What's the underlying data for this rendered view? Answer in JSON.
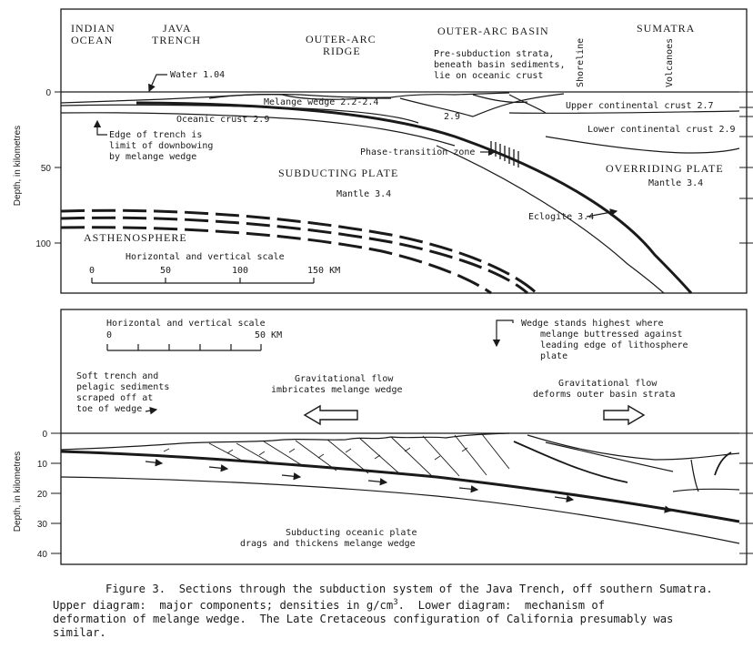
{
  "upper": {
    "regions": {
      "indian_ocean_1": "INDIAN",
      "indian_ocean_2": "OCEAN",
      "java_trench_1": "JAVA",
      "java_trench_2": "TRENCH",
      "outer_arc_ridge_1": "OUTER-ARC",
      "outer_arc_ridge_2": "RIDGE",
      "outer_arc_basin": "OUTER-ARC BASIN",
      "sumatra": "SUMATRA"
    },
    "notes": {
      "pre_subduction_1": "Pre-subduction strata,",
      "pre_subduction_2": "beneath basin sediments,",
      "pre_subduction_3": "lie on oceanic crust",
      "shoreline": "Shoreline",
      "volcanoes": "Volcanoes",
      "water": "Water 1.04",
      "melange": "Melange wedge  2.2-2.4",
      "density_29": "2.9",
      "oceanic_crust": "Oceanic crust  2.9",
      "upper_continental": "Upper continental crust  2.7",
      "lower_continental": "Lower continental crust 2.9",
      "edge_1": "Edge of trench is",
      "edge_2": "limit of downbowing",
      "edge_3": "by melange wedge",
      "phase_transition": "Phase-transition zone",
      "subducting_plate": "SUBDUCTING PLATE",
      "mantle_left": "Mantle 3.4",
      "overriding_plate": "OVERRIDING PLATE",
      "mantle_right": "Mantle  3.4",
      "eclogite": "Eclogite 3.4",
      "asthenosphere": "ASTHENOSPHERE",
      "scale_title": "Horizontal and vertical scale",
      "scale_km": "150 KM"
    },
    "scale_ticks": [
      "0",
      "50",
      "100"
    ],
    "axis_label": "Depth, in kilometres",
    "depth_ticks": [
      "0",
      "50",
      "100"
    ]
  },
  "lower": {
    "scale_title": "Horizontal and vertical scale",
    "scale_zero": "0",
    "scale_km": "50 KM",
    "notes": {
      "soft_1": "Soft trench and",
      "soft_2": "pelagic sediments",
      "soft_3": "scraped off at",
      "soft_4": "toe of wedge",
      "grav_left_1": "Gravitational flow",
      "grav_left_2": "imbricates melange wedge",
      "wedge_1": "Wedge stands highest where",
      "wedge_2": "melange buttressed against",
      "wedge_3": "leading edge of lithosphere",
      "wedge_4": "plate",
      "grav_right_1": "Gravitational flow",
      "grav_right_2": "deforms outer basin strata",
      "subducting_1": "Subducting oceanic plate",
      "subducting_2": "drags and thickens melange wedge"
    },
    "axis_label": "Depth, in kilometres",
    "depth_ticks": [
      "0",
      "10",
      "20",
      "30",
      "40"
    ]
  },
  "caption": {
    "line1_a": "Figure 3.  Sections through the subduction system of the Java Trench, off southern Sumatra.",
    "line2_a": "Upper diagram:  major components; densities in g/cm",
    "line2_sup": "3",
    "line2_b": ".  Lower diagram:  mechanism of",
    "line3": "deformation of melange wedge.  The Late Cretaceous configuration of California presumably was",
    "line4": "similar."
  }
}
